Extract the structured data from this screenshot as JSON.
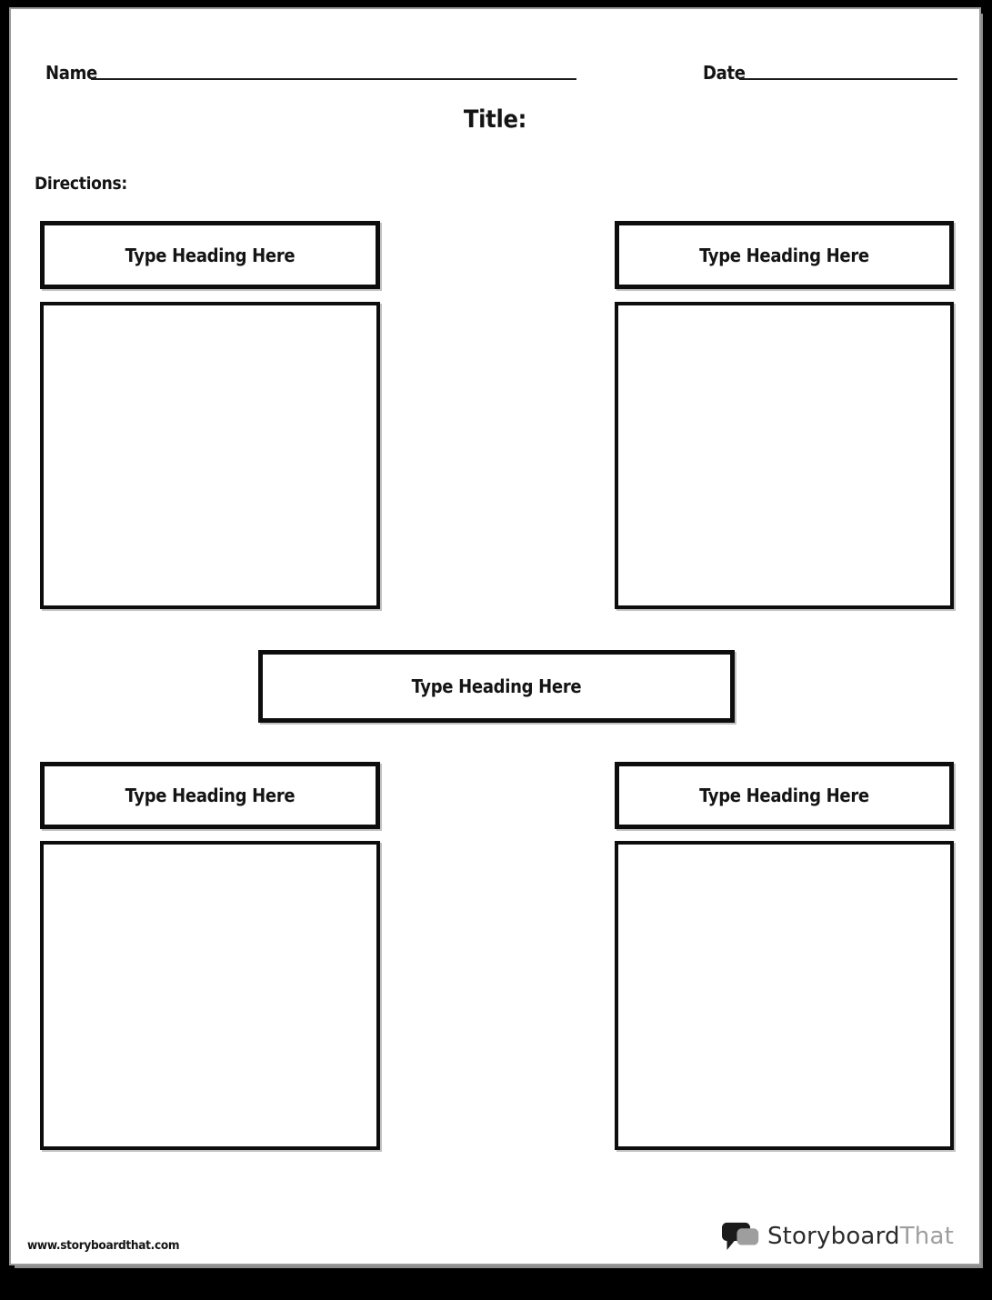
{
  "header": {
    "name_label": "Name",
    "date_label": "Date",
    "title_label": "Title:",
    "directions_label": "Directions:"
  },
  "sections": {
    "top_left": {
      "heading": "Type Heading Here"
    },
    "top_right": {
      "heading": "Type Heading Here"
    },
    "center": {
      "heading": "Type Heading Here"
    },
    "bottom_left": {
      "heading": "Type Heading Here"
    },
    "bottom_right": {
      "heading": "Type Heading Here"
    }
  },
  "footer": {
    "website": "www.storyboardthat.com",
    "logo_text_primary": "Storyboard",
    "logo_text_secondary": "That"
  },
  "colors": {
    "page_background": "#ffffff",
    "frame_background": "#000000",
    "box_border": "#0d0d0d",
    "logo_dark": "#2b2b2b",
    "logo_gray": "#9e9e9e"
  }
}
